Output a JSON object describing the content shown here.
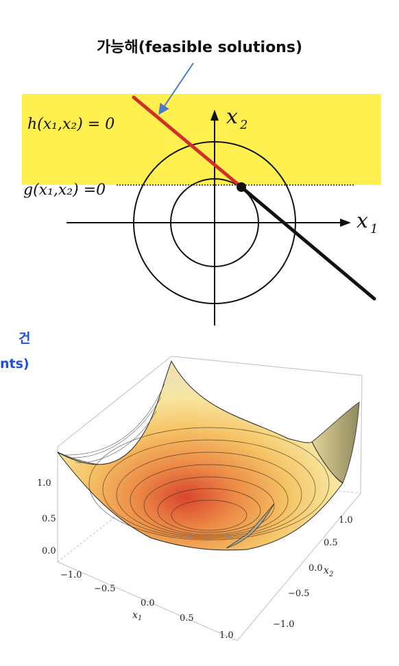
{
  "top_diagram": {
    "title": "가능해(feasible solutions)",
    "h_label": "h(x₁,x₂) = 0",
    "g_label": "g(x₁,x₂) =0",
    "x1_label": "x",
    "x1_sub": "1",
    "x2_label": "x",
    "x2_sub": "2",
    "colors": {
      "feasible_band": "#fff050",
      "feasible_line": "#d0302a",
      "pointer_arrow": "#4a7ac8"
    }
  },
  "side_label": {
    "line1": "건",
    "line2": "nts)"
  },
  "surface_plot": {
    "z_ticks": [
      "1.0",
      "0.5",
      "0.0"
    ],
    "x1_ticks": [
      "−1.0",
      "−0.5",
      "0.0",
      "0.5",
      "1.0"
    ],
    "x2_ticks": [
      "1.0",
      "0.5",
      "0.0",
      "−0.5",
      "−1.0"
    ],
    "x1_axis_label": "x",
    "x1_axis_sub": "1",
    "x2_axis_label": "x",
    "x2_axis_sub": "2"
  }
}
